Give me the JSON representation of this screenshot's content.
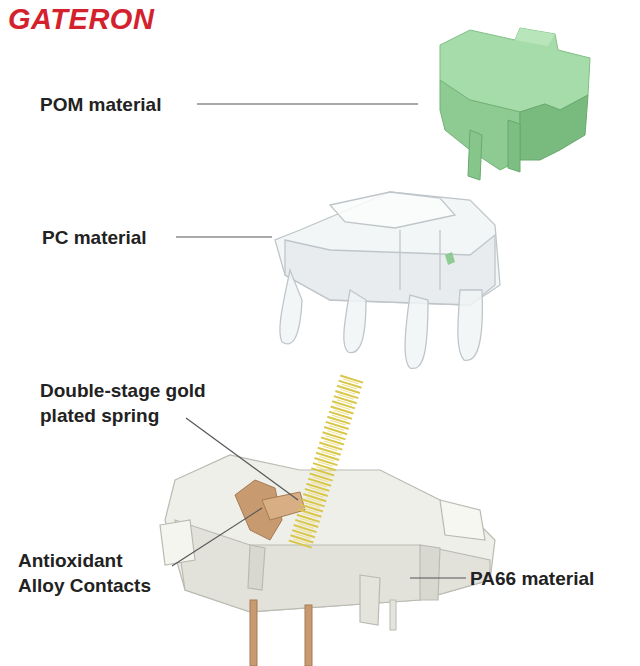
{
  "diagram": {
    "labels": [
      "GATERON",
      "POM material",
      "PC material",
      "Double-stage gold plated spring",
      "Antioxidant Alloy Contacts",
      "PA66 material"
    ]
  }
}
